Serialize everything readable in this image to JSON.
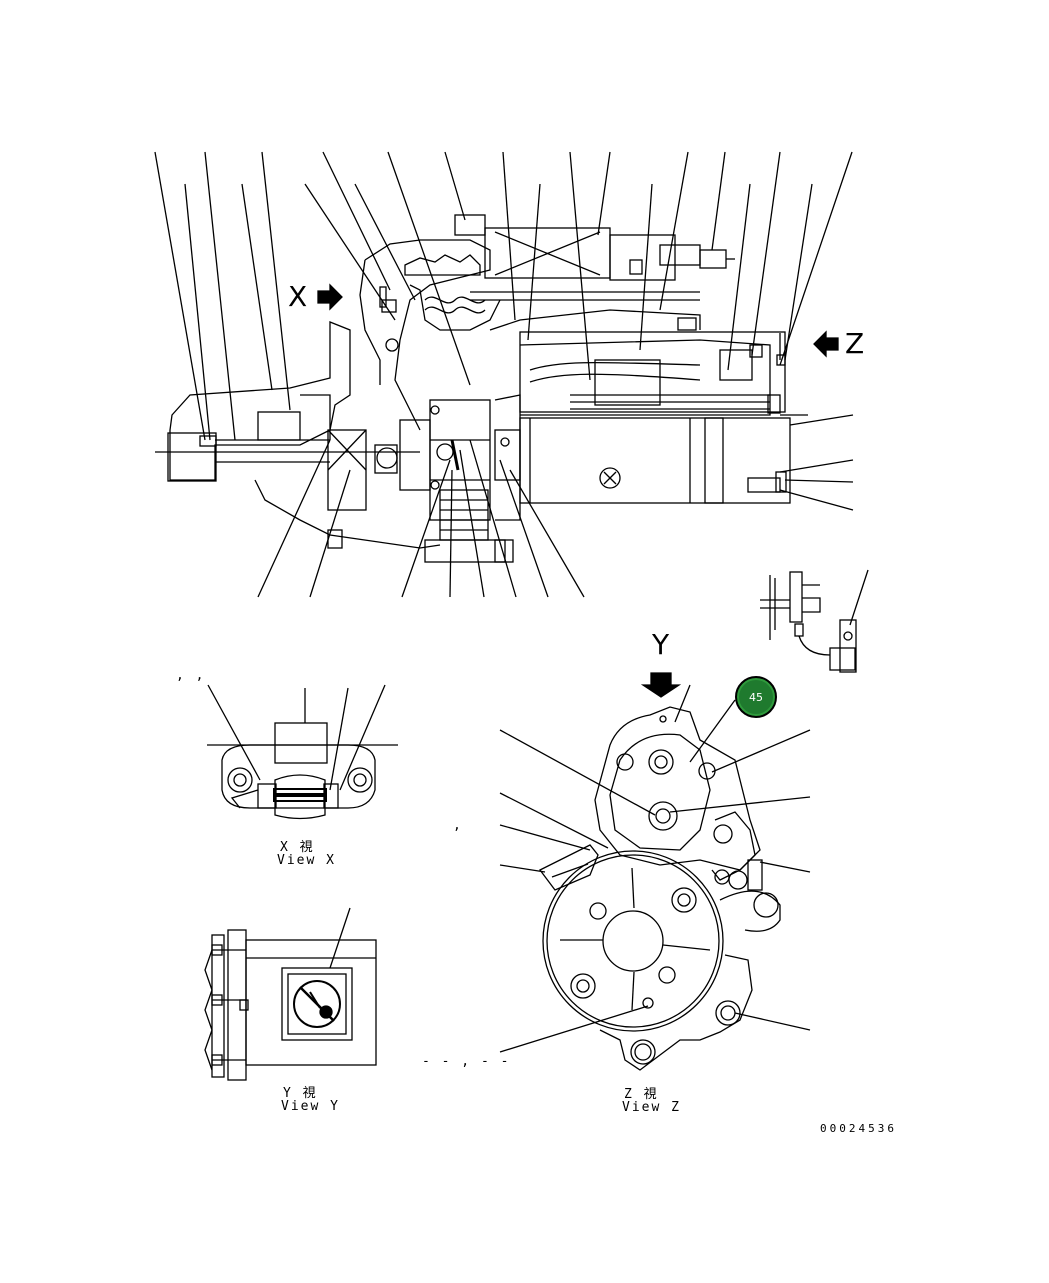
{
  "views": {
    "main": {
      "arrow_x": "X",
      "arrow_z": "Z"
    },
    "arrow_y": "Y",
    "view_x": {
      "jp": "X 視",
      "en": "View X"
    },
    "view_y": {
      "jp": "Y 視",
      "en": "View Y"
    },
    "view_z": {
      "jp": "Z 視",
      "en": "View Z"
    }
  },
  "callout_badge": "45",
  "drawing_number": "00024536",
  "stray_marks": {
    "a": ",  ,",
    "b": ",",
    "c": "- - , - -"
  }
}
